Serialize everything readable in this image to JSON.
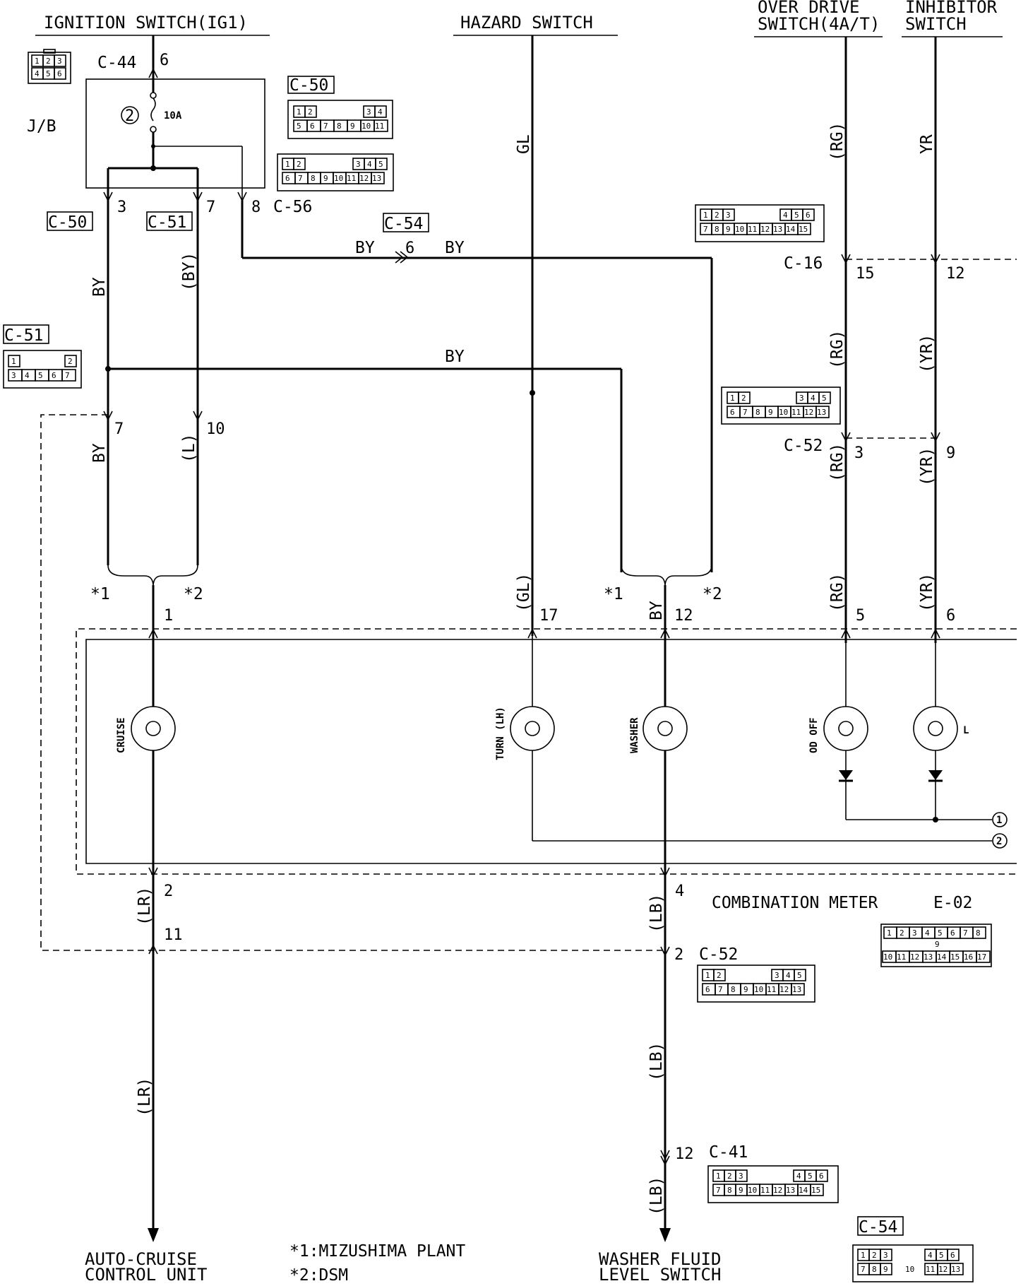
{
  "headers": {
    "ignition": "IGNITION SWITCH(IG1)",
    "hazard": "HAZARD SWITCH",
    "overdrive_1": "OVER DRIVE",
    "overdrive_2": "SWITCH(4A/T)",
    "inhibitor_1": "INHIBITOR",
    "inhibitor_2": "SWITCH"
  },
  "jb": {
    "label": "J/B",
    "fuse_num": "2",
    "fuse_rating": "10A"
  },
  "connectors": {
    "c44": "C-44",
    "c50": "C-50",
    "c51": "C-51",
    "c54": "C-54",
    "c56": "C-56",
    "c16": "C-16",
    "c52": "C-52",
    "c52b": "C-52",
    "c41": "C-41",
    "e02": "E-02"
  },
  "pins": {
    "c44_6": "6",
    "jb_3": "3",
    "jb_7": "7",
    "jb_8": "8",
    "c54_6": "6",
    "c16_15": "15",
    "c16_12": "12",
    "j_7": "7",
    "j_10": "10",
    "c52_3": "3",
    "c52_9": "9",
    "m_1": "1",
    "m_17": "17",
    "m_12": "12",
    "m_5": "5",
    "m_6": "6",
    "m_2": "2",
    "m_4": "4",
    "j_11": "11",
    "c52_2": "2",
    "c41_12": "12",
    "out_1": "1",
    "out_2": "2"
  },
  "wires": {
    "by": "BY",
    "paren_by": "(BY)",
    "paren_l": "(L)",
    "gl": "GL",
    "paren_gl": "(GL)",
    "rg": "(RG)",
    "yr": "YR",
    "paren_yr": "(YR)",
    "lr": "(LR)",
    "lb": "(LB)"
  },
  "variants": {
    "v1": "*1",
    "v2": "*2"
  },
  "lamps": {
    "cruise": "CRUISE",
    "turn": "TURN (LH)",
    "washer": "WASHER",
    "odoff": "OD OFF",
    "l": "L"
  },
  "meter": {
    "label": "COMBINATION METER"
  },
  "destinations": {
    "auto_cruise_1": "AUTO-CRUISE",
    "auto_cruise_2": "CONTROL UNIT",
    "washer_1": "WASHER FLUID",
    "washer_2": "LEVEL SWITCH"
  },
  "notes": {
    "n1": "*1:MIZUSHIMA PLANT",
    "n2": "*2:DSM"
  },
  "connector_pins": {
    "c44_row1": [
      "1",
      "2",
      "3"
    ],
    "c44_row2": [
      "4",
      "5",
      "6"
    ],
    "c50_row1": [
      "1",
      "2",
      "3",
      "4"
    ],
    "c50_row2": [
      "5",
      "6",
      "7",
      "8",
      "9",
      "10",
      "11"
    ],
    "c56_row1": [
      "1",
      "2",
      "3",
      "4",
      "5"
    ],
    "c56_row2": [
      "6",
      "7",
      "8",
      "9",
      "10",
      "11",
      "12",
      "13"
    ],
    "c16_row1": [
      "1",
      "2",
      "3",
      "4",
      "5",
      "6"
    ],
    "c16_row2": [
      "7",
      "8",
      "9",
      "10",
      "11",
      "12",
      "13",
      "14",
      "15"
    ],
    "c51_row1": [
      "1",
      "2"
    ],
    "c51_row2": [
      "3",
      "4",
      "5",
      "6",
      "7"
    ],
    "c52_row1": [
      "1",
      "2",
      "3",
      "4",
      "5"
    ],
    "c52_row2": [
      "6",
      "7",
      "8",
      "9",
      "10",
      "11",
      "12",
      "13"
    ],
    "e02_row1": [
      "1",
      "2",
      "3",
      "4",
      "5",
      "6",
      "7",
      "8"
    ],
    "e02_mid": [
      "9"
    ],
    "e02_row2": [
      "10",
      "11",
      "12",
      "13",
      "14",
      "15",
      "16",
      "17"
    ],
    "c41_row1": [
      "1",
      "2",
      "3",
      "4",
      "5",
      "6"
    ],
    "c41_row2": [
      "7",
      "8",
      "9",
      "10",
      "11",
      "12",
      "13",
      "14",
      "15"
    ],
    "c54_row1": [
      "1",
      "2",
      "3",
      "4",
      "5",
      "6"
    ],
    "c54_row2": [
      "7",
      "8",
      "9",
      "10",
      "11",
      "12",
      "13"
    ]
  }
}
